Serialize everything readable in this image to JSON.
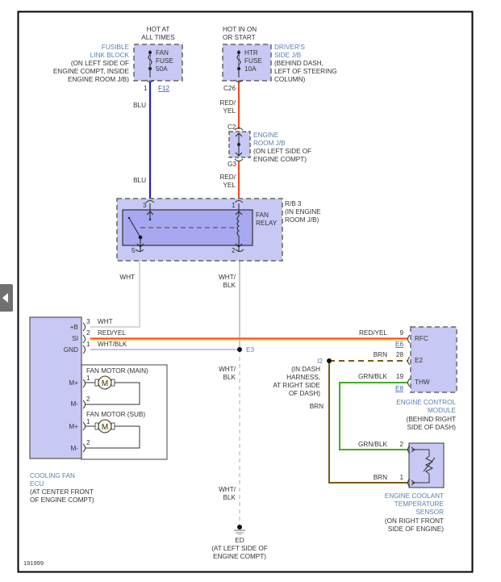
{
  "nav": {
    "prev_page_icon": "chevron-left-icon"
  },
  "diagram": {
    "id_number": "191999",
    "colors": {
      "blu": "#2222cc",
      "red_yel": "#ff4422",
      "red_yel_highlight": "#f2d000",
      "wht": "#d8d8d8",
      "wht_blk": "#c8c8c8",
      "brn": "#7b5a1a",
      "grn_blk": "#44aa22",
      "component_fill": "#c8c8f4",
      "relay_inner_fill": "#a8a8f0",
      "component_label": "#5b7fb0"
    },
    "power_sources": {
      "fan_fuse": {
        "header": [
          "HOT AT",
          "ALL TIMES"
        ],
        "fuse_label": [
          "FAN",
          "FUSE",
          "50A"
        ],
        "block_name": [
          "FUSIBLE",
          "LINK BLOCK"
        ],
        "block_location": [
          "(ON LEFT SIDE OF",
          "ENGINE COMPT, INSIDE",
          "ENGINE ROOM J/B)"
        ],
        "pin": "1",
        "connector": "F12"
      },
      "htr_fuse": {
        "header": [
          "HOT IN ON",
          "OR START"
        ],
        "fuse_label": [
          "HTR",
          "FUSE",
          "10A"
        ],
        "block_name": [
          "DRIVER'S",
          "SIDE J/B"
        ],
        "block_location": [
          "(BEHIND DASH,",
          "LEFT OF STEERING",
          "COLUMN)"
        ],
        "connector": "C26"
      }
    },
    "engine_room_jb": {
      "name": [
        "ENGINE",
        "ROOM J/B"
      ],
      "location": [
        "(ON LEFT SIDE OF",
        "ENGINE COMPT)"
      ],
      "pin_in": "C2",
      "pin_out": "G3"
    },
    "fan_relay": {
      "name": [
        "FAN",
        "RELAY"
      ],
      "block": [
        "R/B 3",
        "(IN ENGINE",
        "ROOM J/B)"
      ],
      "pins": {
        "top_left": "3",
        "top_right": "1",
        "bottom_left": "5",
        "bottom_right": "2"
      }
    },
    "wire_labels": {
      "blu_1": "BLU",
      "blu_2": "BLU",
      "red_yel_1": [
        "RED/",
        "YEL"
      ],
      "red_yel_2": [
        "RED/",
        "YEL"
      ],
      "wht": "WHT",
      "wht_blk_1": [
        "WHT/",
        "BLK"
      ],
      "wht_blk_2": [
        "WHT/",
        "BLK"
      ],
      "wht_blk_3": [
        "WHT/",
        "BLK"
      ],
      "brn_vertical": "BRN"
    },
    "cooling_fan_ecu": {
      "name": [
        "COOLING FAN",
        "ECU"
      ],
      "location": [
        "(AT CENTER FRONT",
        "OF ENGINE COMPT)"
      ],
      "terminals": [
        {
          "name": "+B",
          "pin": "3",
          "wire": "WHT"
        },
        {
          "name": "SI",
          "pin": "2",
          "wire": "RED/YEL"
        },
        {
          "name": "GND",
          "pin": "1",
          "wire": "WHT/BLK"
        }
      ],
      "motors": [
        {
          "title": "FAN MOTOR (MAIN)",
          "plus": "M+",
          "minus": "M-",
          "pin_plus": "1",
          "pin_minus": "2",
          "symbol": "M"
        },
        {
          "title": "FAN MOTOR (SUB)",
          "plus": "M+",
          "minus": "M-",
          "pin_plus": "1",
          "pin_minus": "2",
          "symbol": "M"
        }
      ]
    },
    "splice_e3": "E3",
    "splice_i2": {
      "name": "I2",
      "location": [
        "(IN DASH",
        "HARNESS,",
        "AT RIGHT SIDE",
        "OF DASH)"
      ]
    },
    "ecm": {
      "name": [
        "ENGINE CONTROL",
        "MODULE"
      ],
      "location": [
        "(BEHIND RIGHT",
        "SIDE OF DASH)"
      ],
      "terminals": [
        {
          "name": "RFC",
          "pin": "9",
          "wire": "RED/YEL",
          "connector": "E6"
        },
        {
          "name": "E2",
          "pin": "28",
          "wire": "BRN",
          "connector": ""
        },
        {
          "name": "THW",
          "pin": "19",
          "wire": "GRN/BLK",
          "connector": "E8"
        }
      ]
    },
    "ect_sensor": {
      "name": [
        "ENGINE COOLANT",
        "TEMPERATURE",
        "SENSOR"
      ],
      "location": [
        "(ON RIGHT FRONT",
        "SIDE OF ENGINE)"
      ],
      "terminals": [
        {
          "pin": "2",
          "wire": "GRN/BLK"
        },
        {
          "pin": "1",
          "wire": "BRN"
        }
      ]
    },
    "ground": {
      "name": "ED",
      "location": [
        "(AT LEFT SIDE OF",
        "ENGINE COMPT)"
      ]
    }
  }
}
